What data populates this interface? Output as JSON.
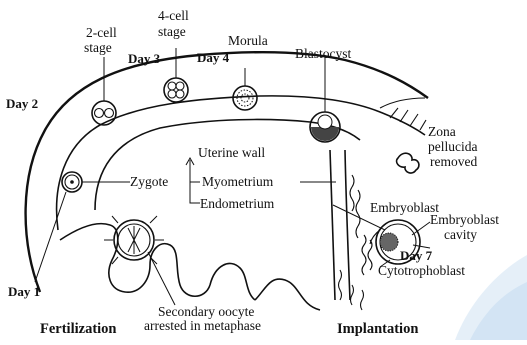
{
  "labels": {
    "two_cell_line1": "2-cell",
    "two_cell_line2": "stage",
    "four_cell_line1": "4-cell",
    "four_cell_line2": "stage",
    "morula": "Morula",
    "blastocyst": "Blastocyst",
    "zona_line1": "Zona",
    "zona_line2": "pellucida",
    "zona_line3": "removed",
    "uterine_wall": "Uterine wall",
    "zygote": "Zygote",
    "myometrium": "Myometrium",
    "endometrium": "Endometrium",
    "embryoblast": "Embryoblast",
    "embryoblast_cavity_line1": "Embryoblast",
    "embryoblast_cavity_line2": "cavity",
    "cytotrophoblast": "Cytotrophoblast",
    "oocyte_line1": "Secondary oocyte",
    "oocyte_line2": "arrested in metaphase"
  },
  "days": {
    "day1": "Day 1",
    "day2": "Day 2",
    "day3": "Day 3",
    "day4": "Day 4",
    "day7": "Day 7"
  },
  "captions": {
    "fertilization": "Fertilization",
    "implantation": "Implantation"
  },
  "colors": {
    "ink": "#111111",
    "background": "#ffffff",
    "watermark": "#dbe9f6"
  }
}
